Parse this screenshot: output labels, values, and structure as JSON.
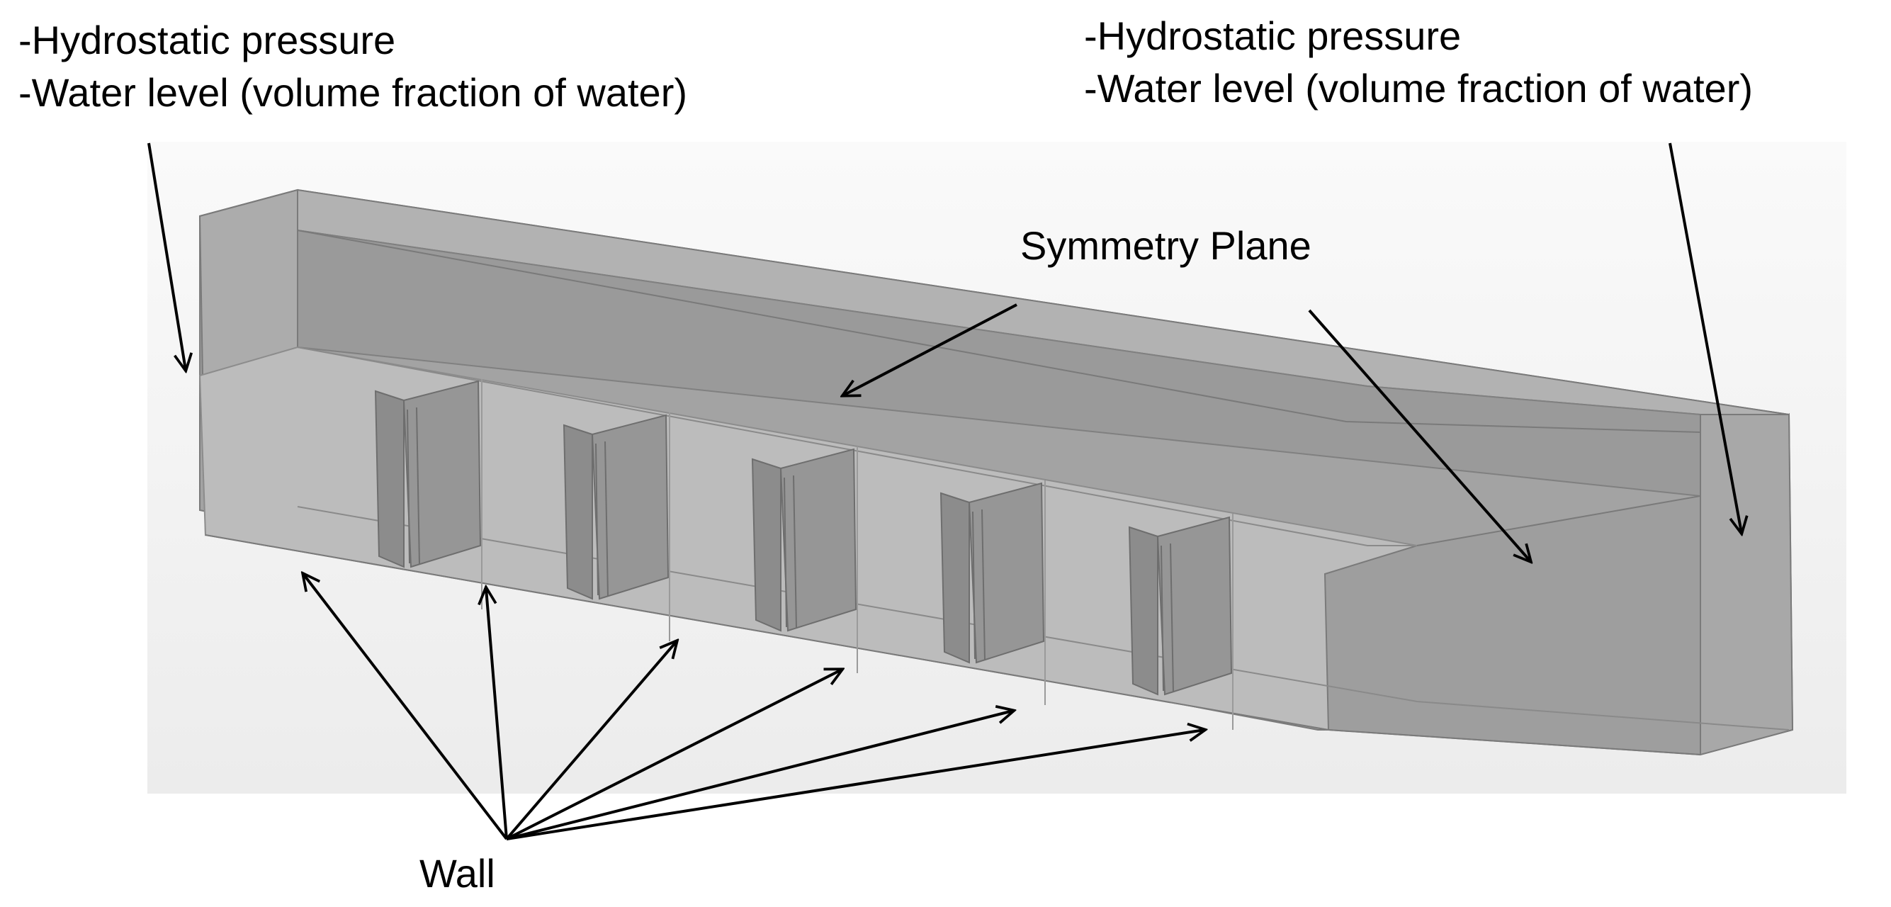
{
  "annotations": {
    "left": {
      "line1": "-Hydrostatic pressure",
      "line2": "-Water level (volume fraction of water)"
    },
    "right": {
      "line1": "-Hydrostatic pressure",
      "line2": "-Water level (volume fraction of water)"
    },
    "symmetry_plane": "Symmetry Plane",
    "wall": "Wall"
  },
  "colors": {
    "background": "#ffffff",
    "render_background": "#f3f3f3",
    "model_dark": "#9c9c9c",
    "model_light": "#bdbdbd",
    "baffle": "#8a8a8a",
    "arrow": "#000000",
    "text": "#000000"
  },
  "baffle_count": 5,
  "wall_arrow_count": 6
}
